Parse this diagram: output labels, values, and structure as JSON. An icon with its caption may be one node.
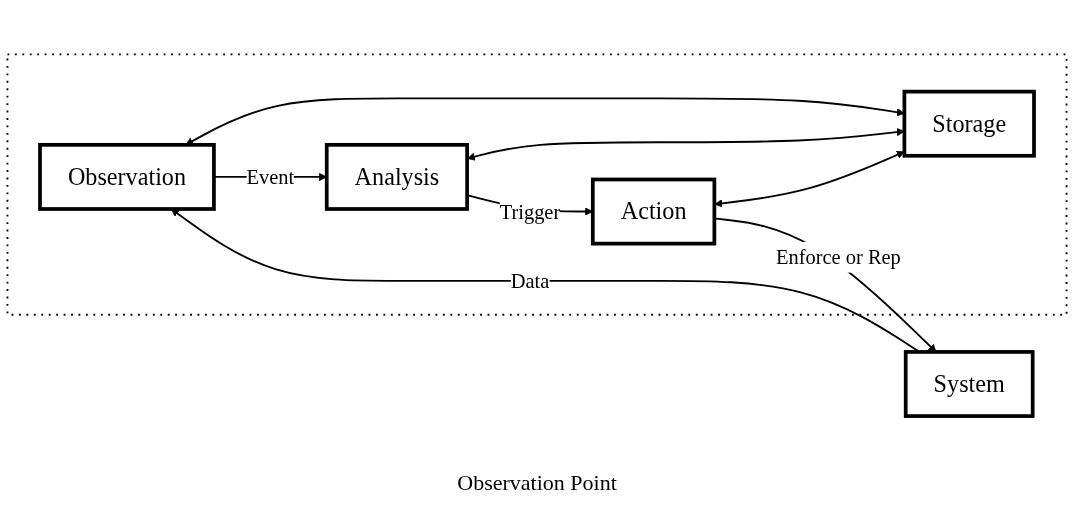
{
  "diagram": {
    "nodes": [
      {
        "text": [],
        "shape": "box"
      },
      {
        "text": [
          "Storage"
        ],
        "in": 0
      },
      {
        "text": [
          "Observation"
        ],
        "in": 0
      },
      {
        "text": [
          "Analysis"
        ],
        "in": 0
      },
      {
        "text": [
          "Action"
        ],
        "in": 0
      },
      {
        "text": [
          "System"
        ]
      }
    ],
    "edges": [
      {
        "from": 2,
        "to": 1,
        "arrow": "both"
      },
      {
        "from": 3,
        "to": 1,
        "arrow": "both"
      },
      {
        "from": 4,
        "to": 1,
        "arrow": "both"
      },
      {
        "from": 2,
        "to": 3,
        "label": "Event",
        "arrow": "to"
      },
      {
        "from": 3,
        "to": 4,
        "label": "Trigger",
        "arrow": "to"
      },
      {
        "from": 4,
        "to": 5,
        "label": "Enforce or Rep",
        "arrow": "to"
      },
      {
        "from": 5,
        "to": 2,
        "label": "Data",
        "arrow": "to"
      }
    ],
    "labels": [
      "Observation Point"
    ]
  }
}
